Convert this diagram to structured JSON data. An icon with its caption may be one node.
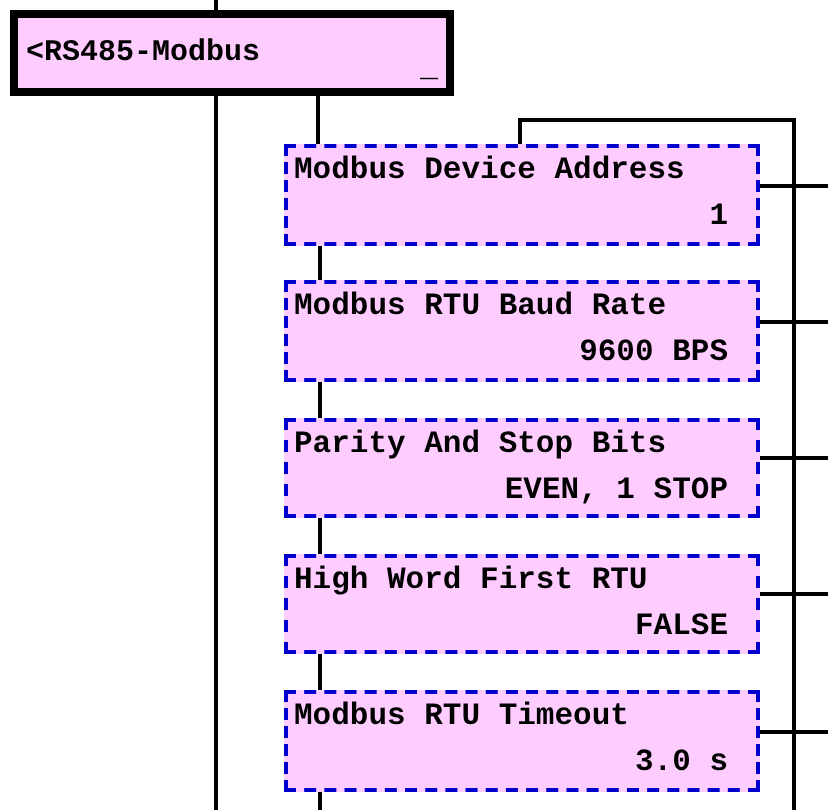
{
  "diagram": {
    "nodes": [
      {
        "text": [
          "<RS485-Modbus",
          "_"
        ]
      },
      {
        "text": [
          "Modbus Device Address",
          "1"
        ]
      },
      {
        "text": [
          "Modbus RTU Baud Rate",
          "9600 BPS"
        ]
      },
      {
        "text": [
          "Parity And Stop Bits",
          "EVEN, 1 STOP"
        ]
      },
      {
        "text": [
          "High Word First RTU",
          "FALSE"
        ]
      },
      {
        "text": [
          "Modbus RTU Timeout",
          "3.0 s"
        ]
      }
    ],
    "edges": [
      {
        "from": 0,
        "to": 1,
        "arrow": "none"
      },
      {
        "from": 1,
        "to": 2,
        "arrow": "none"
      },
      {
        "from": 2,
        "to": 3,
        "arrow": "none"
      },
      {
        "from": 3,
        "to": 4,
        "arrow": "none"
      },
      {
        "from": 4,
        "to": 5,
        "arrow": "none"
      },
      {
        "from": 5,
        "to": null,
        "arrow": "none"
      },
      {
        "from": null,
        "to": 0,
        "arrow": "none"
      },
      {
        "from": 0,
        "to": null,
        "arrow": "none"
      },
      {
        "from": 1,
        "to": null,
        "arrow": "none"
      },
      {
        "from": 1,
        "to": null,
        "arrow": "none"
      },
      {
        "from": 2,
        "to": null,
        "arrow": "none"
      },
      {
        "from": 3,
        "to": null,
        "arrow": "none"
      },
      {
        "from": 4,
        "to": null,
        "arrow": "none"
      },
      {
        "from": 5,
        "to": null,
        "arrow": "none"
      }
    ]
  }
}
